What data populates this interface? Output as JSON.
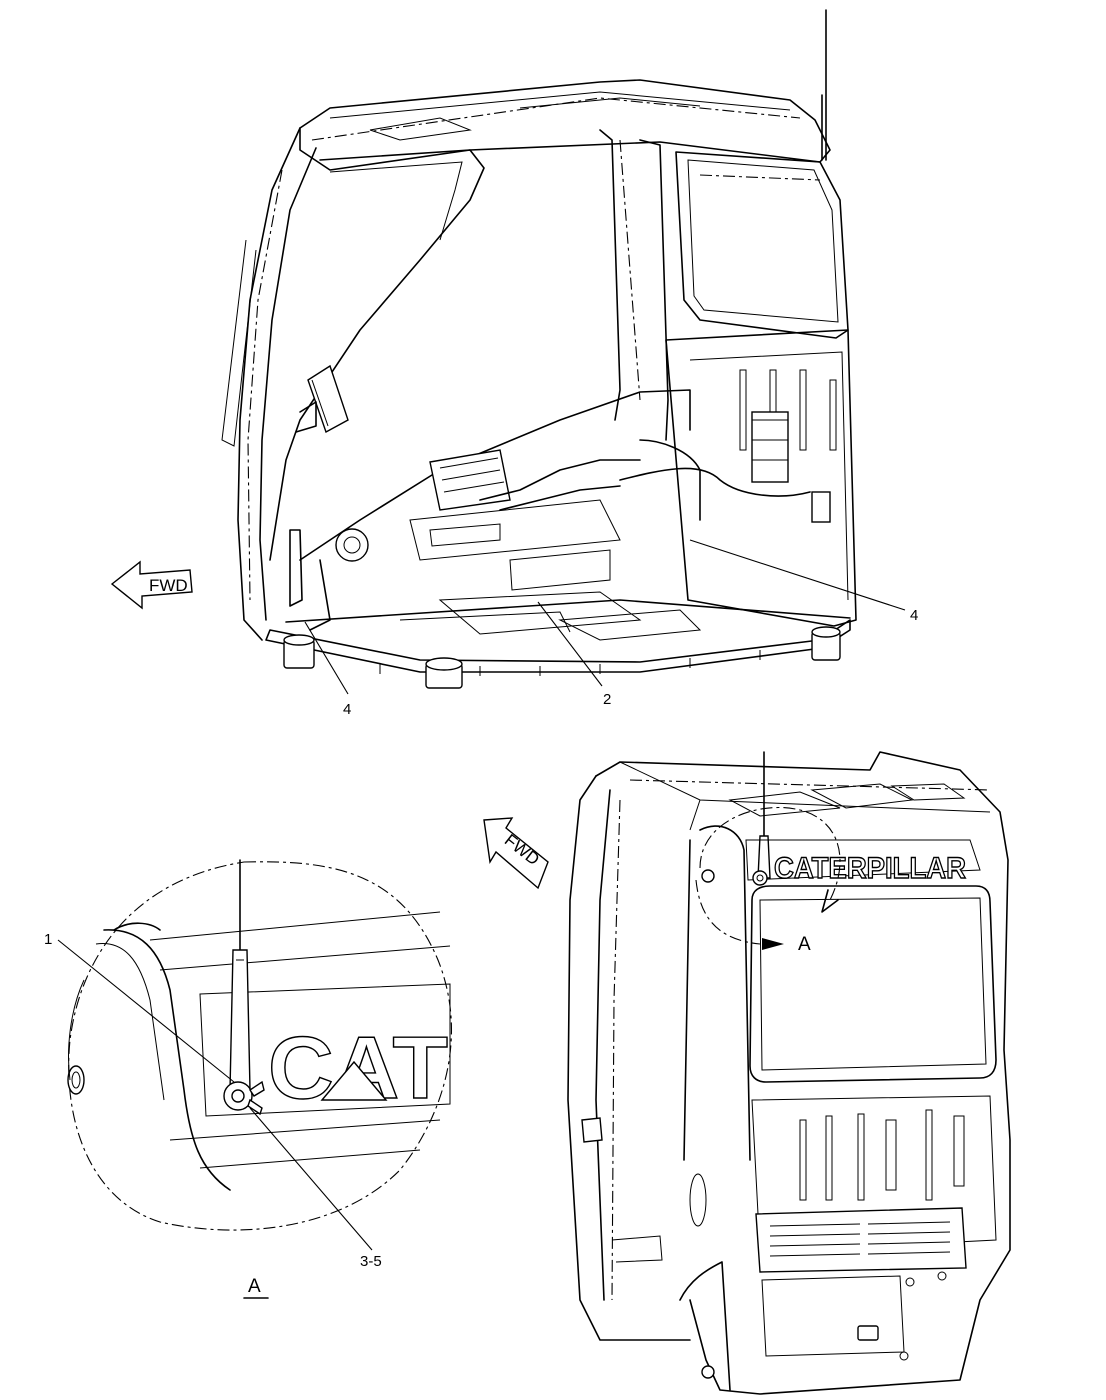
{
  "upper_view": {
    "fwd_arrow": "FWD",
    "callouts": [
      {
        "id": "callout-4-left",
        "text": "4"
      },
      {
        "id": "callout-2",
        "text": "2"
      },
      {
        "id": "callout-4-right",
        "text": "4"
      }
    ]
  },
  "detail_view": {
    "callouts": [
      {
        "id": "callout-1",
        "text": "1"
      },
      {
        "id": "callout-3-5",
        "text": "3-5"
      }
    ],
    "brand_text": "CAT",
    "view_label": "A"
  },
  "rear_view": {
    "fwd_arrow": "FWD",
    "brand_text": "CATERPILLAR",
    "section_marker": "A"
  }
}
